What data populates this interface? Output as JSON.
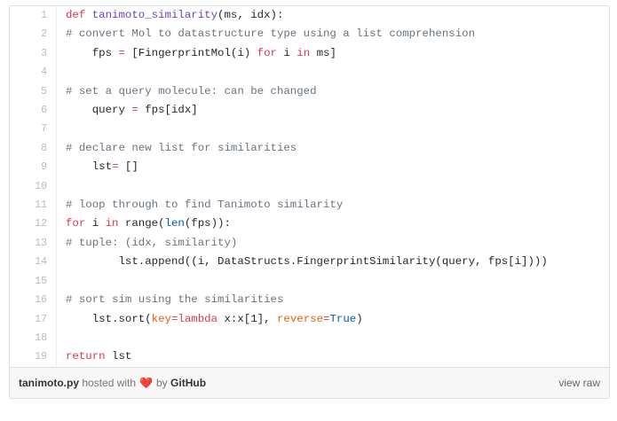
{
  "gist": {
    "filename": "tanimoto.py",
    "language": "python",
    "footer": {
      "filename_label": "tanimoto.py",
      "hosted_with_label": "hosted with",
      "heart_icon": "heart-icon",
      "by_label": "by",
      "host_label": "GitHub",
      "view_raw_label": "view raw"
    },
    "colors": {
      "keyword": "#d73a49",
      "function": "#6f42c1",
      "builtin": "#005cc5",
      "comment": "#6a737d",
      "param": "#e36209",
      "text": "#24292e",
      "line_number": "#babbbc",
      "border": "#dddddd",
      "footer_bg": "#f7f7f7",
      "heart": "#e2231a"
    },
    "lines": [
      {
        "num": "1",
        "tokens": [
          {
            "t": "k",
            "v": "def"
          },
          {
            "t": "n",
            "v": " "
          },
          {
            "t": "fn",
            "v": "tanimoto_similarity"
          },
          {
            "t": "n",
            "v": "(ms, idx):"
          }
        ]
      },
      {
        "num": "2",
        "tokens": [
          {
            "t": "c",
            "v": "# convert Mol to datastructure type using a list comprehension"
          }
        ]
      },
      {
        "num": "3",
        "tokens": [
          {
            "t": "n",
            "v": "    fps "
          },
          {
            "t": "o",
            "v": "="
          },
          {
            "t": "n",
            "v": " [FingerprintMol(i) "
          },
          {
            "t": "k",
            "v": "for"
          },
          {
            "t": "n",
            "v": " i "
          },
          {
            "t": "k",
            "v": "in"
          },
          {
            "t": "n",
            "v": " ms]"
          }
        ]
      },
      {
        "num": "4",
        "tokens": [
          {
            "t": "n",
            "v": ""
          }
        ]
      },
      {
        "num": "5",
        "tokens": [
          {
            "t": "c",
            "v": "# set a query molecule: can be changed"
          }
        ]
      },
      {
        "num": "6",
        "tokens": [
          {
            "t": "n",
            "v": "    query "
          },
          {
            "t": "o",
            "v": "="
          },
          {
            "t": "n",
            "v": " fps[idx]"
          }
        ]
      },
      {
        "num": "7",
        "tokens": [
          {
            "t": "n",
            "v": ""
          }
        ]
      },
      {
        "num": "8",
        "tokens": [
          {
            "t": "c",
            "v": "# declare new list for similarities"
          }
        ]
      },
      {
        "num": "9",
        "tokens": [
          {
            "t": "n",
            "v": "    lst"
          },
          {
            "t": "o",
            "v": "="
          },
          {
            "t": "n",
            "v": " []"
          }
        ]
      },
      {
        "num": "10",
        "tokens": [
          {
            "t": "n",
            "v": ""
          }
        ]
      },
      {
        "num": "11",
        "tokens": [
          {
            "t": "c",
            "v": "# loop through to find Tanimoto similarity"
          }
        ]
      },
      {
        "num": "12",
        "tokens": [
          {
            "t": "k",
            "v": "for"
          },
          {
            "t": "n",
            "v": " i "
          },
          {
            "t": "k",
            "v": "in"
          },
          {
            "t": "n",
            "v": " range("
          },
          {
            "t": "bi",
            "v": "len"
          },
          {
            "t": "n",
            "v": "(fps)):"
          }
        ]
      },
      {
        "num": "13",
        "tokens": [
          {
            "t": "c",
            "v": "# tuple: (idx, similarity)"
          }
        ]
      },
      {
        "num": "14",
        "tokens": [
          {
            "t": "n",
            "v": "        lst.append((i, DataStructs.FingerprintSimilarity(query, fps[i])))"
          }
        ]
      },
      {
        "num": "15",
        "tokens": [
          {
            "t": "n",
            "v": ""
          }
        ]
      },
      {
        "num": "16",
        "tokens": [
          {
            "t": "c",
            "v": "# sort sim using the similarities"
          }
        ]
      },
      {
        "num": "17",
        "tokens": [
          {
            "t": "n",
            "v": "    lst.sort("
          },
          {
            "t": "p",
            "v": "key"
          },
          {
            "t": "o",
            "v": "="
          },
          {
            "t": "k",
            "v": "lambda"
          },
          {
            "t": "n",
            "v": " x:x[1], "
          },
          {
            "t": "p",
            "v": "reverse"
          },
          {
            "t": "o",
            "v": "="
          },
          {
            "t": "bi",
            "v": "True"
          },
          {
            "t": "n",
            "v": ")"
          }
        ]
      },
      {
        "num": "18",
        "tokens": [
          {
            "t": "n",
            "v": ""
          }
        ]
      },
      {
        "num": "19",
        "tokens": [
          {
            "t": "k",
            "v": "return"
          },
          {
            "t": "n",
            "v": " lst"
          }
        ]
      }
    ]
  }
}
